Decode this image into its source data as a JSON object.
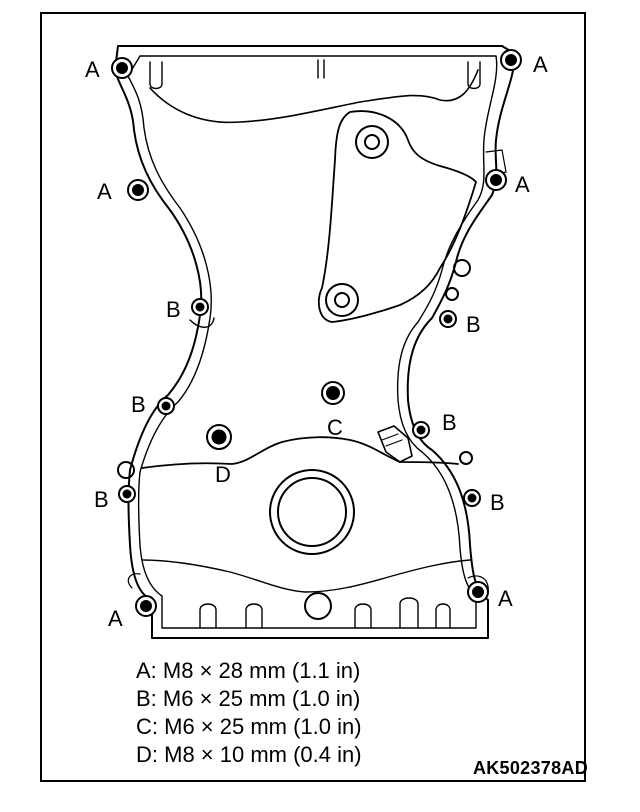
{
  "callouts": {
    "a1": "A",
    "a2": "A",
    "a3": "A",
    "a4": "A",
    "a5": "A",
    "a6": "A",
    "b1": "B",
    "b2": "B",
    "b3": "B",
    "b4": "B",
    "b5": "B",
    "b6": "B",
    "c": "C",
    "d": "D"
  },
  "legend": [
    {
      "key": "A",
      "text": "A: M8 × 28 mm (1.1 in)"
    },
    {
      "key": "B",
      "text": "B: M6 × 25 mm (1.0 in)"
    },
    {
      "key": "C",
      "text": "C: M6 × 25 mm (1.0 in)"
    },
    {
      "key": "D",
      "text": "D: M8 × 10 mm (0.4 in)"
    }
  ],
  "figure_id": "AK502378AD"
}
